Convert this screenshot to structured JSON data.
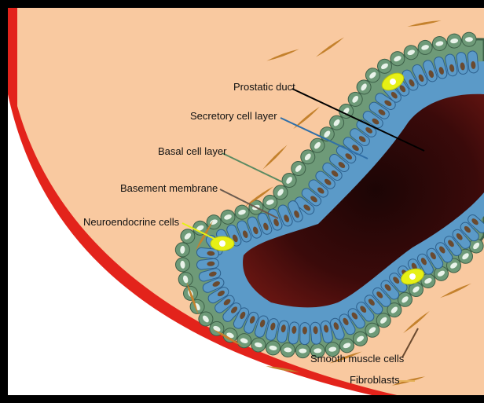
{
  "diagram": {
    "labels": {
      "prostatic_duct": "Prostatic duct",
      "secretory_cell_layer": "Secretory cell layer",
      "basal_cell_layer": "Basal cell layer",
      "basement_membrane": "Basement membrane",
      "neuroendocrine_cells": "Neuroendocrine cells",
      "smooth_muscle_cells": "Smooth muscle cells",
      "fibroblasts": "Fibroblasts"
    },
    "colors": {
      "stroma": "#f9c9a0",
      "capsule_red": "#e3231b",
      "frame": "#000000",
      "lumen": "#3a0a0a",
      "secretory_cell": "#5b9ac8",
      "basal_cell": "#6e9a78",
      "neuroendocrine_cell": "#e6f015",
      "smooth_muscle": "#c4812c",
      "nucleus": "#6b4a2f"
    }
  }
}
